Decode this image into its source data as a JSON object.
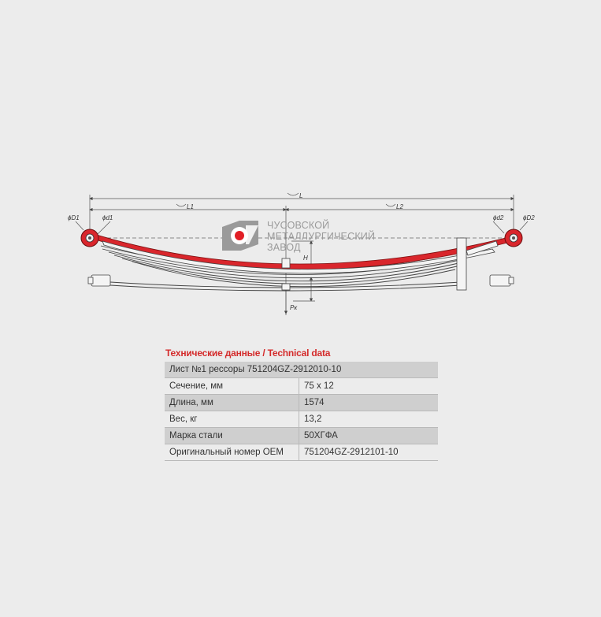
{
  "logo": {
    "lines": [
      "ЧУСОВСКОЙ",
      "МЕТАЛЛУРГИЧЕСКИЙ",
      "ЗАВОД"
    ],
    "brand_red": "#e11f26",
    "brand_grey": "#9a9a9a"
  },
  "drawing": {
    "labels": {
      "L": "L",
      "L1": "L1",
      "L2": "L2",
      "d01": "ϕD1",
      "d1": "ϕd1",
      "d2": "ϕd2",
      "d02": "ϕD2",
      "H": "H",
      "Pk": "Pк"
    },
    "leaf_color": "#d9262c"
  },
  "tech": {
    "title": "Технические данные / Technical data",
    "header": "Лист №1 рессоры 751204GZ-2912010-10",
    "rows": [
      {
        "label": "Сечение, мм",
        "value": "75 x 12"
      },
      {
        "label": "Длина, мм",
        "value": "1574"
      },
      {
        "label": "Вес, кг",
        "value": "13,2"
      },
      {
        "label": "Марка стали",
        "value": "50ХГФА"
      },
      {
        "label": "Оригинальный номер OEM",
        "value": "751204GZ-2912101-10"
      }
    ]
  }
}
